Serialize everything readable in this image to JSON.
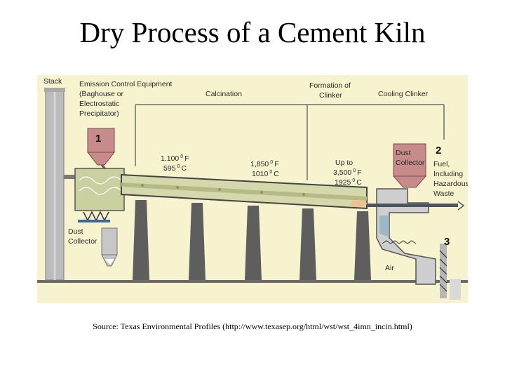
{
  "title": "Dry Process of a Cement Kiln",
  "source": "Source: Texas Environmental Profiles (http://www.texasep.org/html/wst/wst_4imn_incin.html)",
  "diagram": {
    "labels": {
      "stack": "Stack",
      "emission_1": "Emission Control Equipment",
      "emission_2": "(Baghouse or",
      "emission_3": "Electrostatic",
      "emission_4": "Precipitator)",
      "calcination": "Calcination",
      "formation_1": "Formation of",
      "formation_2": "Clinker",
      "cooling": "Cooling Clinker",
      "dust_left_1": "Dust",
      "dust_left_2": "Collector",
      "dust_right_1": "Dust",
      "dust_right_2": "Collector",
      "fuel_1": "Fuel,",
      "fuel_2": "Including",
      "fuel_3": "Hazardous",
      "fuel_4": "Waste",
      "air": "Air",
      "num_1": "1",
      "num_2": "2",
      "num_3": "3"
    },
    "temps": [
      {
        "f": "1,100",
        "c": "595"
      },
      {
        "f": "1,850",
        "c": "1010"
      },
      {
        "f": "Up to 3,500",
        "c": "1925"
      }
    ],
    "temp_units": {
      "f": "F",
      "c": "C",
      "deg": "0"
    },
    "colors": {
      "background": "#f7f3cf",
      "stack": "#bdbdbd",
      "pier": "#5e5e5e",
      "kiln": "#d4d8aa",
      "hopper": "#c88b8b",
      "pipe": "#4a4a4a"
    }
  }
}
